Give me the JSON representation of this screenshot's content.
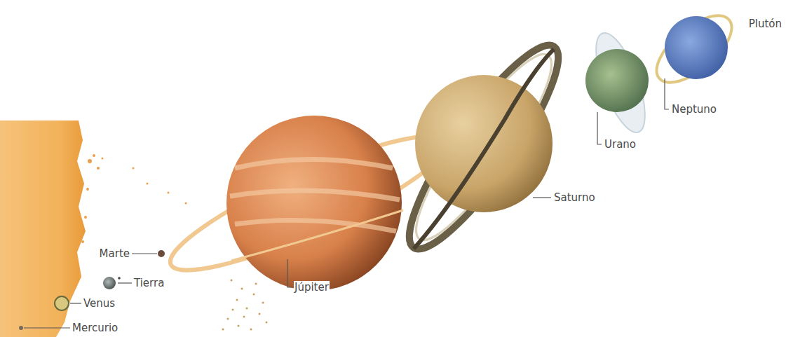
{
  "diagram": {
    "labels": [
      "Plutón",
      "Neptuno",
      "Urano",
      "Saturno",
      "Marte",
      "Tierra",
      "Júpiter",
      "Venus",
      "Mercurio"
    ]
  }
}
